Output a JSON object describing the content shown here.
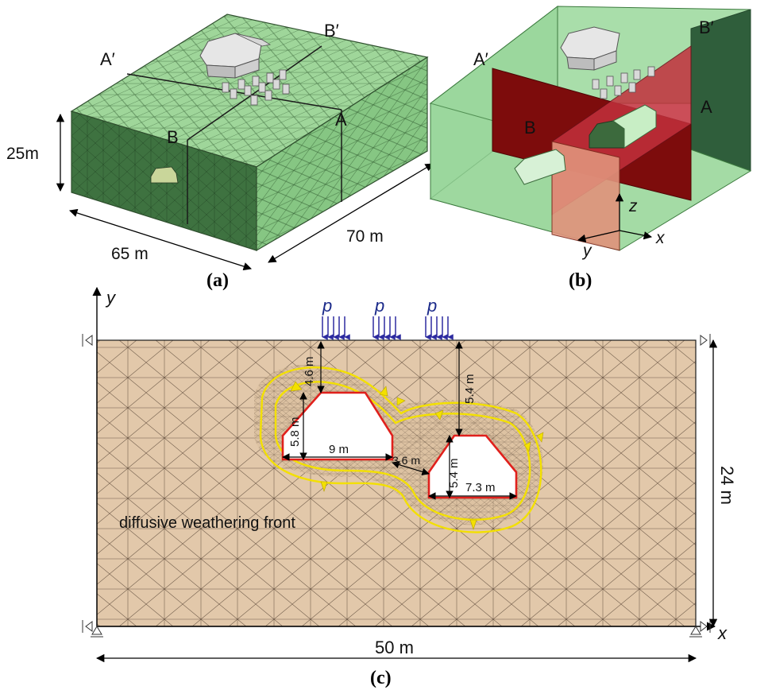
{
  "panel_a": {
    "caption": "(a)",
    "section_a_prime": "A′",
    "section_b_prime": "B′",
    "section_a": "A",
    "section_b": "B",
    "dim_height": "25m",
    "dim_width": "65 m",
    "dim_depth": "70 m"
  },
  "panel_b": {
    "caption": "(b)",
    "section_a_prime": "A′",
    "section_b_prime": "B′",
    "section_a": "A",
    "section_b": "B",
    "axis_z": "z",
    "axis_y": "y",
    "axis_x": "x"
  },
  "panel_c": {
    "caption": "(c)",
    "axis_y": "y",
    "axis_x": "x",
    "load_labels": [
      "p",
      "p",
      "p"
    ],
    "dim_cover_left": "4.6 m",
    "dim_cover_right": "5.4 m",
    "dim_height_left": "5.8 m",
    "dim_width_left": "9 m",
    "dim_spacing": "3.6 m",
    "dim_height_right": "5.4 m",
    "dim_width_right": "7.3 m",
    "dim_domain_height": "24 m",
    "dim_domain_width": "50 m",
    "annotation": "diffusive weathering front"
  },
  "colors": {
    "mesh_green": "#8fcc8a",
    "mesh_green_dark": "#3b6e3d",
    "soil": "#e2c8aa",
    "tunnel_outline": "#e0201c",
    "weathering_front": "#f3e000",
    "section_plane": "#7d0c0c",
    "load_arrows": "#2d2ba0"
  }
}
